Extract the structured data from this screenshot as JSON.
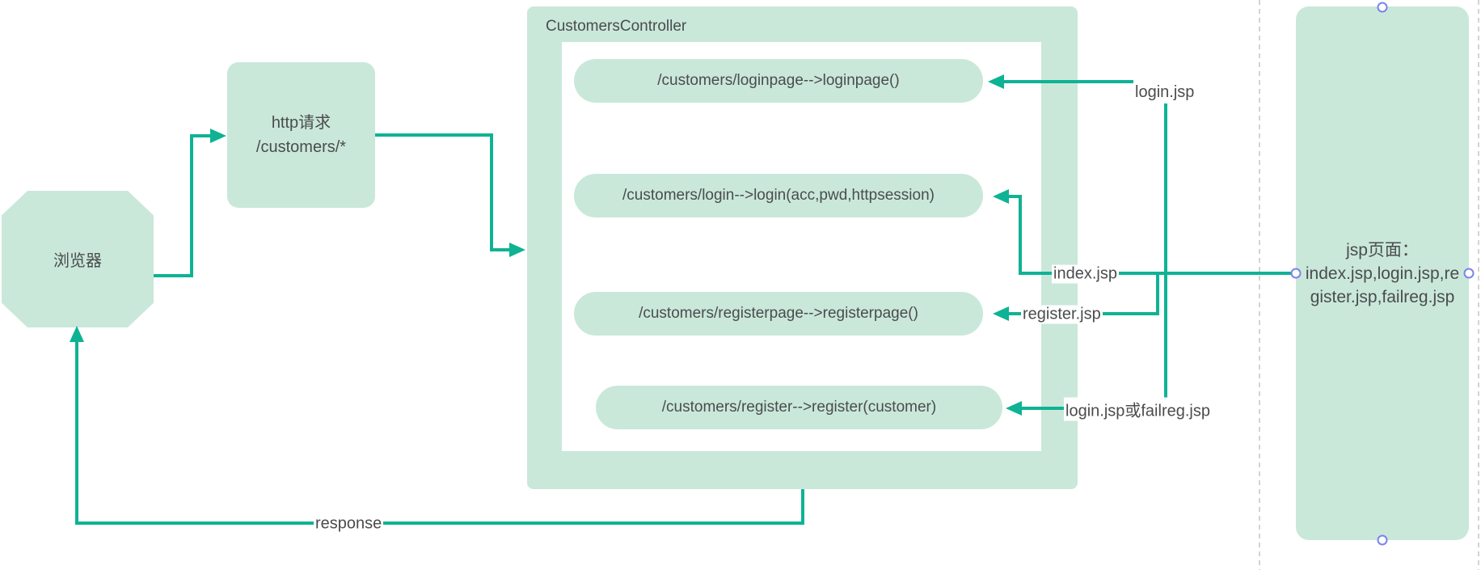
{
  "diagram": {
    "browser": {
      "label": "浏览器"
    },
    "http_request": {
      "line1": "http请求",
      "line2": "/customers/*"
    },
    "controller": {
      "title": "CustomersController",
      "routes": [
        "/customers/loginpage-->loginpage()",
        "/customers/login-->login(acc,pwd,httpsession)",
        "/customers/registerpage-->registerpage()",
        "/customers/register-->register(customer)"
      ]
    },
    "jsp_pages": {
      "lines": [
        "jsp页面：",
        "index.jsp,login.jsp,re",
        "gister.jsp,failreg.jsp"
      ]
    },
    "edge_labels": {
      "login": "login.jsp",
      "index": "index.jsp",
      "register": "register.jsp",
      "login_or_failreg": "login.jsp或failreg.jsp",
      "response": "response"
    },
    "colors": {
      "mint_fill": "#c9e8da",
      "teal_line": "#0eb394",
      "text": "#4b4c4e",
      "handle_stroke": "#7b83ee",
      "dashed_guide": "#c6c6c6"
    }
  }
}
